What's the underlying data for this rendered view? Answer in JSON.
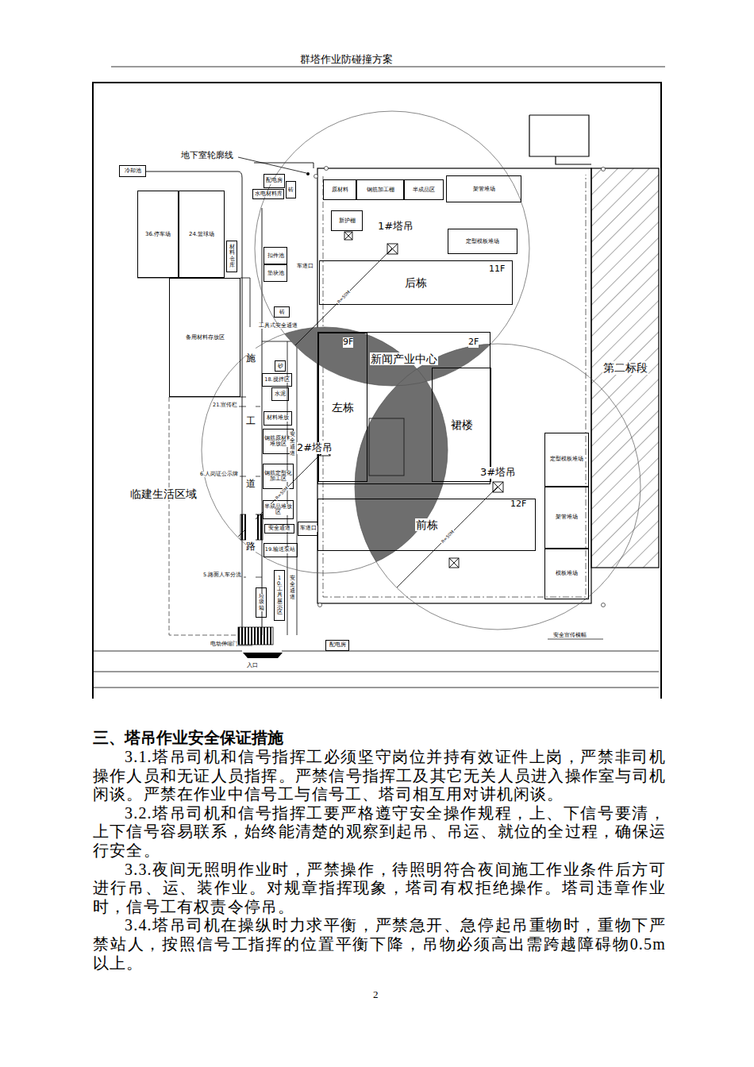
{
  "diagram": {
    "title": "群塔作业防碰撞方案",
    "nodes": [
      {
        "text": [
          "冷却池"
        ]
      },
      {
        "text": [
          "配电房"
        ]
      },
      {
        "text": [
          "水电材料库"
        ]
      },
      {
        "text": [
          "砖"
        ]
      },
      {
        "text": [
          "原材料"
        ]
      },
      {
        "text": [
          "钢筋加工棚"
        ]
      },
      {
        "text": [
          "半成品区"
        ]
      },
      {
        "text": [
          "架管堆场"
        ]
      },
      {
        "text": [
          "36.停车场"
        ]
      },
      {
        "text": [
          "24.篮球场"
        ]
      },
      {
        "text": [
          "材料仓库"
        ]
      },
      {
        "text": [
          "新护棚"
        ]
      },
      {
        "text": [
          "扣件池"
        ]
      },
      {
        "text": [
          "垫块池"
        ]
      },
      {
        "text": [
          "定型模板堆场"
        ]
      },
      {
        "text": [
          "后栋"
        ]
      },
      {
        "text": [
          "砖"
        ]
      },
      {
        "text": [
          "备用材料存放区"
        ]
      },
      {
        "text": [
          "新闻产业中心"
        ]
      },
      {
        "text": [
          "左栋"
        ],
        "in": 18
      },
      {
        "text": [
          "裙楼"
        ],
        "in": 18
      },
      {
        "text": [
          "砂"
        ]
      },
      {
        "text": [
          "18.搅拌区"
        ]
      },
      {
        "text": [
          "水泥"
        ]
      },
      {
        "text": [
          "材料堆放"
        ]
      },
      {
        "text": [
          "钢筋原材料堆放区"
        ]
      },
      {
        "text": [
          "钢筋定型化加工区"
        ]
      },
      {
        "text": [
          "半成品堆放区"
        ]
      },
      {
        "text": [
          "定型模板堆场"
        ]
      },
      {
        "text": [
          "架管堆场"
        ]
      },
      {
        "text": [
          "模板堆场"
        ]
      },
      {
        "text": [
          "前栋"
        ]
      },
      {
        "text": [
          "安全通道"
        ]
      },
      {
        "text": [
          "车道口"
        ]
      },
      {
        "text": [
          "19.输送泵站"
        ]
      },
      {
        "text": [
          "10.工具展示区"
        ]
      },
      {
        "text": [
          "垃圾箱"
        ]
      },
      {
        "text": [
          "配电房"
        ]
      },
      {
        "text": [
          "第二标段"
        ]
      }
    ],
    "labels": [
      "地下室轮廓线",
      "1#塔吊",
      "2#塔吊",
      "3#塔吊",
      "11F",
      "9F",
      "2F",
      "12F",
      "施工道路",
      "21.宣传栏",
      "6.人岗证公示牌",
      "临建生活区域",
      "5.路面人车分流",
      "电动伸缩门",
      "入口",
      "安全宣传横幅",
      "工具式安全通道",
      "车道口",
      "安全通道",
      "安全通道",
      "R=50M",
      "R=50M",
      "R=50M",
      "三、塔吊作业安全保证措施",
      "3.1.塔吊司机和信号指挥工必须坚守岗位并持有效证件上岗，严禁非司机操作人员和无证人员指挥。严禁信号指挥工及其它无关人员进入操作室与司机闲谈。严禁在作业中信号工与信号工、塔司相互用对讲机闲谈。",
      "3.2.塔吊司机和信号指挥工要严格遵守安全操作规程，上、下信号要清，上下信号容易联系，始终能清楚的观察到起吊、吊运、就位的全过程，确保运行安全。",
      "3.3.夜间无照明作业时，严禁操作，待照明符合夜间施工作业条件后方可进行吊、运、装作业。对规章指挥现象，塔司有权拒绝操作。塔司违章作业时，信号工有权责令停吊。",
      "3.4.塔吊司机在操纵时力求平衡，严禁急开、急停起吊重物时，重物下严禁站人，按照信号工指挥的位置平衡下降，吊物必须高出需跨越障碍物0.5m以上。",
      "2"
    ]
  }
}
